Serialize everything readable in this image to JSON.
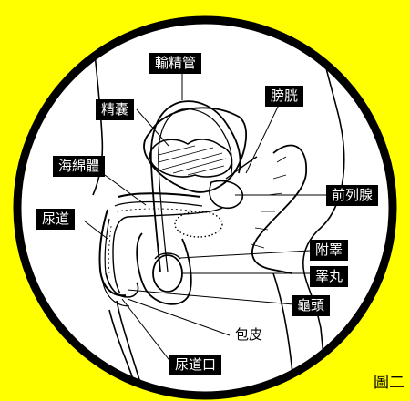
{
  "colors": {
    "background": "#ffff00",
    "ink": "#000000",
    "paper": "#ffffff"
  },
  "labels": {
    "vas_deferens": "輸精管",
    "seminal_vesicle": "精囊",
    "bladder": "膀胱",
    "corpus_spongiosum": "海綿體",
    "prostate": "前列腺",
    "urethra": "尿道",
    "epididymis": "附睪",
    "testis": "睪丸",
    "glans": "龜頭",
    "foreskin": "包皮",
    "urethral_opening": "尿道口"
  },
  "caption": "圖二"
}
